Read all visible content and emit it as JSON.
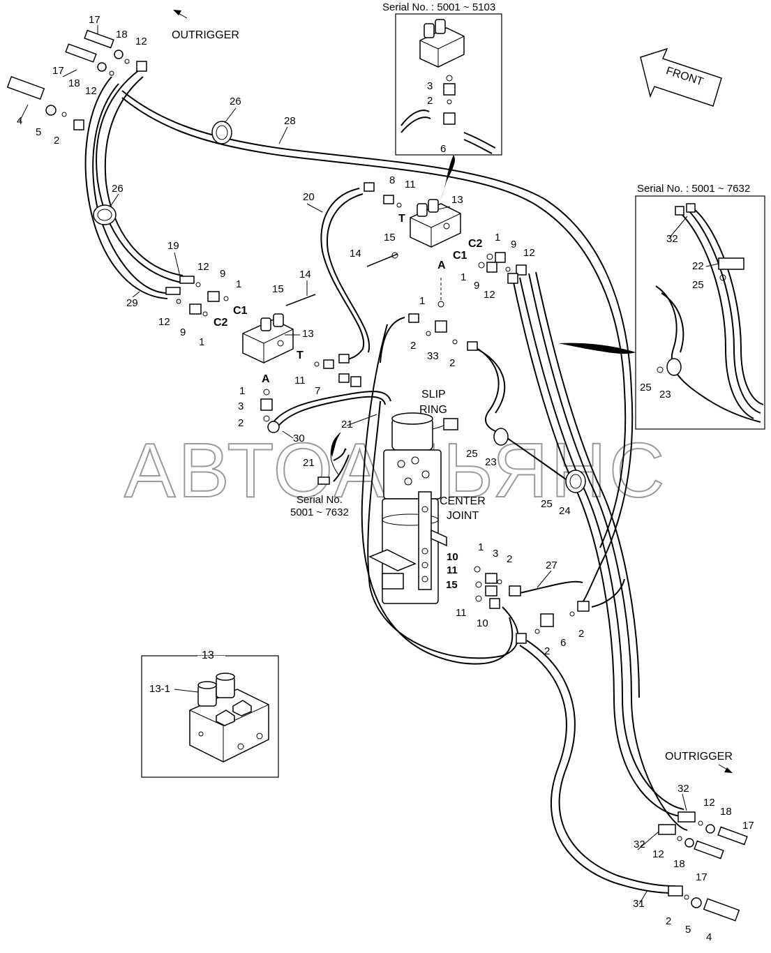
{
  "labels": {
    "outrigger_top": "OUTRIGGER",
    "outrigger_bottom": "OUTRIGGER",
    "front": "FRONT",
    "serial_5103": "Serial No. : 5001 ~ 5103",
    "serial_7632_right": "Serial No. : 5001 ~ 7632",
    "serial_7632_left_line1": "Serial No.",
    "serial_7632_left_line2": "5001 ~ 7632",
    "slip_ring_line1": "SLIP",
    "slip_ring_line2": "RING",
    "center_joint_line1": "CENTER",
    "center_joint_line2": "JOINT",
    "detail_13": "13",
    "detail_13_1": "13-1",
    "port_c1": "C1",
    "port_c2": "C2",
    "port_t": "T",
    "port_a": "A"
  },
  "watermark": "АВТОАЛЬЯНС",
  "callouts": {
    "n1": "1",
    "n2": "2",
    "n3": "3",
    "n4": "4",
    "n5": "5",
    "n6": "6",
    "n7": "7",
    "n8": "8",
    "n9": "9",
    "n10": "10",
    "n11": "11",
    "n12": "12",
    "n13": "13",
    "n14": "14",
    "n15": "15",
    "n17": "17",
    "n18": "18",
    "n19": "19",
    "n20": "20",
    "n21": "21",
    "n22": "22",
    "n23": "23",
    "n24": "24",
    "n25": "25",
    "n26": "26",
    "n27": "27",
    "n28": "28",
    "n29": "29",
    "n30": "30",
    "n31": "31",
    "n32": "32",
    "n33": "33"
  }
}
